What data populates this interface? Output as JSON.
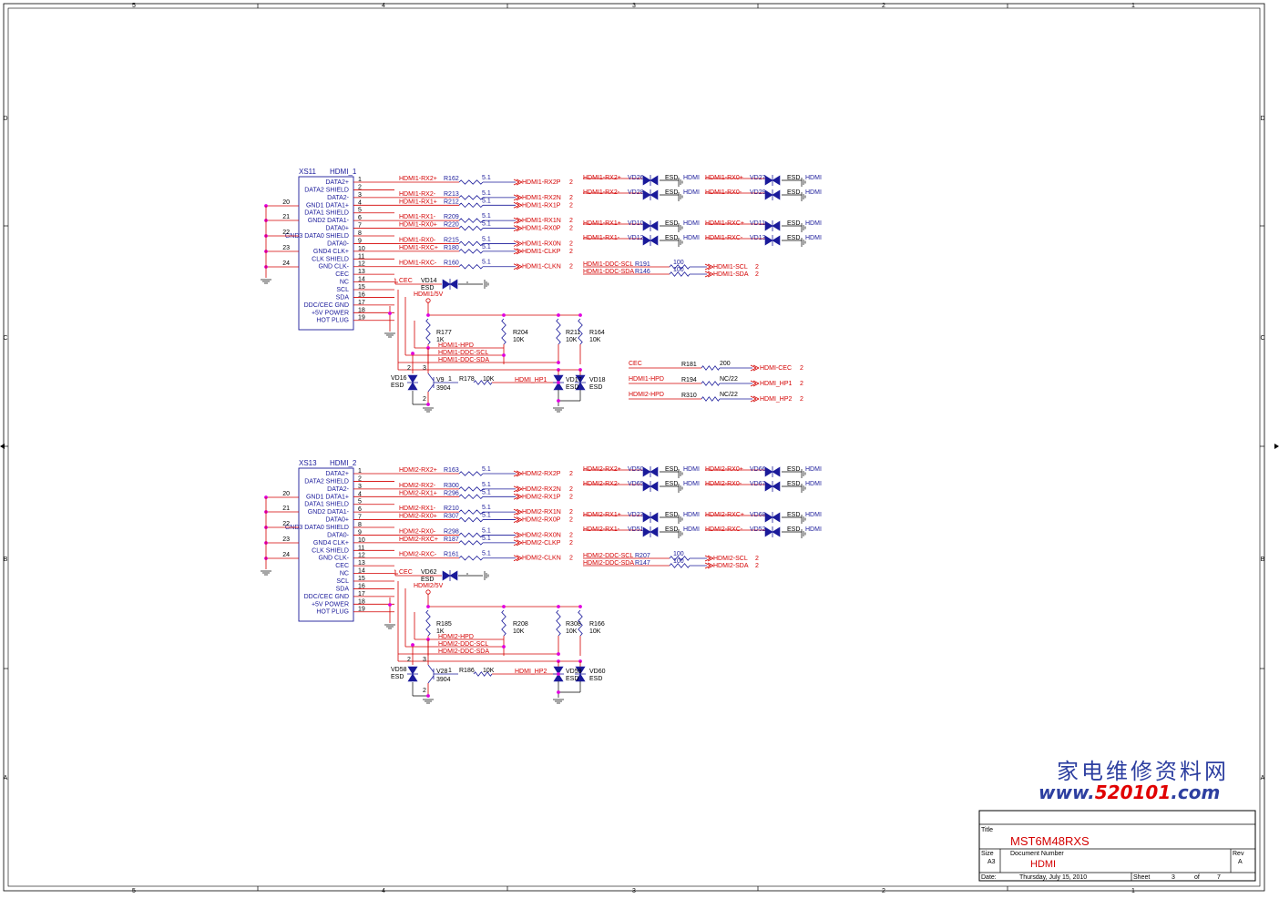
{
  "frame": {
    "cols": [
      "5",
      "4",
      "3",
      "2",
      "1"
    ],
    "rows": [
      "D",
      "C",
      "B",
      "A"
    ]
  },
  "hdmi_blocks": [
    {
      "ref": "XS11",
      "part": "HDMI_1",
      "left_nums": [
        "20",
        "21",
        "22",
        "23",
        "24"
      ],
      "pins_left": [
        "DATA2+",
        "DATA2 SHIELD",
        "DATA2-",
        "GND1 DATA1+",
        "DATA1 SHIELD",
        "GND2 DATA1-",
        "DATA0+",
        "GND3 DATA0 SHIELD",
        "DATA0-",
        "GND4 CLK+",
        "CLK SHIELD",
        "GND CLK-",
        "CEC",
        "NC",
        "SCL",
        "SDA",
        "DDC/CEC GND",
        "+5V POWER",
        "HOT PLUG"
      ],
      "pin_nums": [
        "1",
        "2",
        "3",
        "4",
        "5",
        "6",
        "7",
        "8",
        "9",
        "10",
        "11",
        "12",
        "13",
        "14",
        "15",
        "16",
        "17",
        "18",
        "19"
      ],
      "nets": [
        {
          "net": "HDMI1-RX2+",
          "ref": "R162",
          "val": "5.1",
          "out": "HDMI1-RX2P",
          "sheet": "2"
        },
        {
          "net": "HDMI1-RX2-",
          "ref": "R213",
          "val": "5.1",
          "out": "HDMI1-RX2N",
          "sheet": "2"
        },
        {
          "net": "HDMI1-RX1+",
          "ref": "R212",
          "val": "5.1",
          "out": "HDMI1-RX1P",
          "sheet": "2"
        },
        {
          "net": "HDMI1-RX1-",
          "ref": "R209",
          "val": "5.1",
          "out": "HDMI1-RX1N",
          "sheet": "2"
        },
        {
          "net": "HDMI1-RX0+",
          "ref": "R220",
          "val": "5.1",
          "out": "HDMI1-RX0P",
          "sheet": "2"
        },
        {
          "net": "HDMI1-RX0-",
          "ref": "R215",
          "val": "5.1",
          "out": "HDMI1-RX0N",
          "sheet": "2"
        },
        {
          "net": "HDMI1-RXC+",
          "ref": "R180",
          "val": "5.1",
          "out": "HDMI1-CLKP",
          "sheet": "2"
        },
        {
          "net": "HDMI1-RXC-",
          "ref": "R160",
          "val": "5.1",
          "out": "HDMI1-CLKN",
          "sheet": "2"
        }
      ],
      "esd_pairs": [
        {
          "l_net": "HDMI1-RX2+",
          "l_ref": "VD26",
          "r_net": "HDMI1-RX0+",
          "r_ref": "VD27"
        },
        {
          "l_net": "HDMI1-RX2-",
          "l_ref": "VD28",
          "r_net": "HDMI1-RX0-",
          "r_ref": "VD29"
        },
        {
          "l_net": "HDMI1-RX1+",
          "l_ref": "VD10",
          "r_net": "HDMI1-RXC+",
          "r_ref": "VD11"
        },
        {
          "l_net": "HDMI1-RX1-",
          "l_ref": "VD12",
          "r_net": "HDMI1-RXC-",
          "r_ref": "VD13"
        }
      ],
      "esd_label": "ESD",
      "hdmi_label": "HDMI",
      "ddc": [
        {
          "net": "HDMI1-DDC-SCL",
          "ref": "R191",
          "val": "100",
          "out": "HDMI1-SCL",
          "sheet": "2"
        },
        {
          "net": "HDMI1-DDC-SDA",
          "ref": "R146",
          "val": "100",
          "out": "HDMI1-SDA",
          "sheet": "2"
        }
      ],
      "cec_label": "CEC",
      "cec_esd": "VD14",
      "cec_esd_val": "ESD",
      "pwr": "HDMI1/5V",
      "pullups": [
        {
          "ref": "R177",
          "val": "1K"
        },
        {
          "ref": "R204",
          "val": "10K"
        },
        {
          "ref": "R211",
          "val": "10K"
        },
        {
          "ref": "R164",
          "val": "10K"
        }
      ],
      "bus": [
        "HDMI1-HPD",
        "HDMI1-DDC-SCL",
        "HDMI1-DDC-SDA"
      ],
      "hp_net": "HDMI_HP1",
      "bot": {
        "vd_left": "VD16",
        "q": "V9",
        "q_part": "3904",
        "r": "R178",
        "r_val": "10K",
        "vd_r1": "VD17",
        "vd_r2": "VD18"
      }
    },
    {
      "ref": "XS13",
      "part": "HDMI_2",
      "left_nums": [
        "20",
        "21",
        "22",
        "23",
        "24"
      ],
      "pins_left": [
        "DATA2+",
        "DATA2 SHIELD",
        "DATA2-",
        "GND1 DATA1+",
        "DATA1 SHIELD",
        "GND2 DATA1-",
        "DATA0+",
        "GND3 DATA0 SHIELD",
        "DATA0-",
        "GND4 CLK+",
        "CLK SHIELD",
        "GND CLK-",
        "CEC",
        "NC",
        "SCL",
        "SDA",
        "DDC/CEC GND",
        "+5V POWER",
        "HOT PLUG"
      ],
      "pin_nums": [
        "1",
        "2",
        "3",
        "4",
        "5",
        "6",
        "7",
        "8",
        "9",
        "10",
        "11",
        "12",
        "13",
        "14",
        "15",
        "16",
        "17",
        "18",
        "19"
      ],
      "nets": [
        {
          "net": "HDMI2-RX2+",
          "ref": "R163",
          "val": "5.1",
          "out": "HDMI2-RX2P",
          "sheet": "2"
        },
        {
          "net": "HDMI2-RX2-",
          "ref": "R300",
          "val": "5.1",
          "out": "HDMI2-RX2N",
          "sheet": "2"
        },
        {
          "net": "HDMI2-RX1+",
          "ref": "R296",
          "val": "5.1",
          "out": "HDMI2-RX1P",
          "sheet": "2"
        },
        {
          "net": "HDMI2-RX1-",
          "ref": "R210",
          "val": "5.1",
          "out": "HDMI2-RX1N",
          "sheet": "2"
        },
        {
          "net": "HDMI2-RX0+",
          "ref": "R307",
          "val": "5.1",
          "out": "HDMI2-RX0P",
          "sheet": "2"
        },
        {
          "net": "HDMI2-RX0-",
          "ref": "R298",
          "val": "5.1",
          "out": "HDMI2-RX0N",
          "sheet": "2"
        },
        {
          "net": "HDMI2-RXC+",
          "ref": "R187",
          "val": "5.1",
          "out": "HDMI2-CLKP",
          "sheet": "2"
        },
        {
          "net": "HDMI2-RXC-",
          "ref": "R161",
          "val": "5.1",
          "out": "HDMI2-CLKN",
          "sheet": "2"
        }
      ],
      "esd_pairs": [
        {
          "l_net": "HDMI2-RX2+",
          "l_ref": "VD50",
          "r_net": "HDMI2-RX0+",
          "r_ref": "VD66"
        },
        {
          "l_net": "HDMI2-RX2-",
          "l_ref": "VD65",
          "r_net": "HDMI2-RX0-",
          "r_ref": "VD67"
        },
        {
          "l_net": "HDMI2-RX1+",
          "l_ref": "VD23",
          "r_net": "HDMI2-RXC+",
          "r_ref": "VD68"
        },
        {
          "l_net": "HDMI2-RX1-",
          "l_ref": "VD51",
          "r_net": "HDMI2-RXC-",
          "r_ref": "VD52"
        }
      ],
      "esd_label": "ESD",
      "hdmi_label": "HDMI",
      "ddc": [
        {
          "net": "HDMI2-DDC-SCL",
          "ref": "R207",
          "val": "100",
          "out": "HDMI2-SCL",
          "sheet": "2"
        },
        {
          "net": "HDMI2-DDC-SDA",
          "ref": "R147",
          "val": "100",
          "out": "HDMI2-SDA",
          "sheet": "2"
        }
      ],
      "cec_label": "CEC",
      "cec_esd": "VD62",
      "cec_esd_val": "ESD",
      "pwr": "HDMI2/5V",
      "pullups": [
        {
          "ref": "R185",
          "val": "1K"
        },
        {
          "ref": "R208",
          "val": "10K"
        },
        {
          "ref": "R308",
          "val": "10K"
        },
        {
          "ref": "R166",
          "val": "10K"
        }
      ],
      "bus": [
        "HDMI2-HPD",
        "HDMI2-DDC-SCL",
        "HDMI2-DDC-SDA"
      ],
      "hp_net": "HDMI_HP2",
      "bot": {
        "vd_left": "VD58",
        "q": "V28",
        "q_part": "3904",
        "r": "R186",
        "r_val": "10K",
        "vd_r1": "VD59",
        "vd_r2": "VD60"
      }
    }
  ],
  "misc": [
    {
      "net": "CEC",
      "ref": "R181",
      "val": "200",
      "out": "HDMI-CEC",
      "sheet": "2"
    },
    {
      "net": "HDMI1-HPD",
      "ref": "R194",
      "val": "NC/22",
      "out": "HDMI_HP1",
      "sheet": "2"
    },
    {
      "net": "HDMI2-HPD",
      "ref": "R310",
      "val": "NC/22",
      "out": "HDMI_HP2",
      "sheet": "2"
    }
  ],
  "watermark": {
    "cn": "家电维修资料网",
    "site_a": "www.",
    "site_b": "520101",
    "site_c": ".com"
  },
  "title_block": {
    "title_label": "Title",
    "title": "MST6M48RXS",
    "size_label": "Size",
    "size": "A3",
    "docnum_label": "Document Number",
    "docnum": "HDMI",
    "rev_label": "Rev",
    "rev": "A",
    "date_label": "Date:",
    "date": "Thursday, July 15, 2010",
    "sheet_label": "Sheet",
    "sheet": "3",
    "of_label": "of",
    "of": "7"
  }
}
